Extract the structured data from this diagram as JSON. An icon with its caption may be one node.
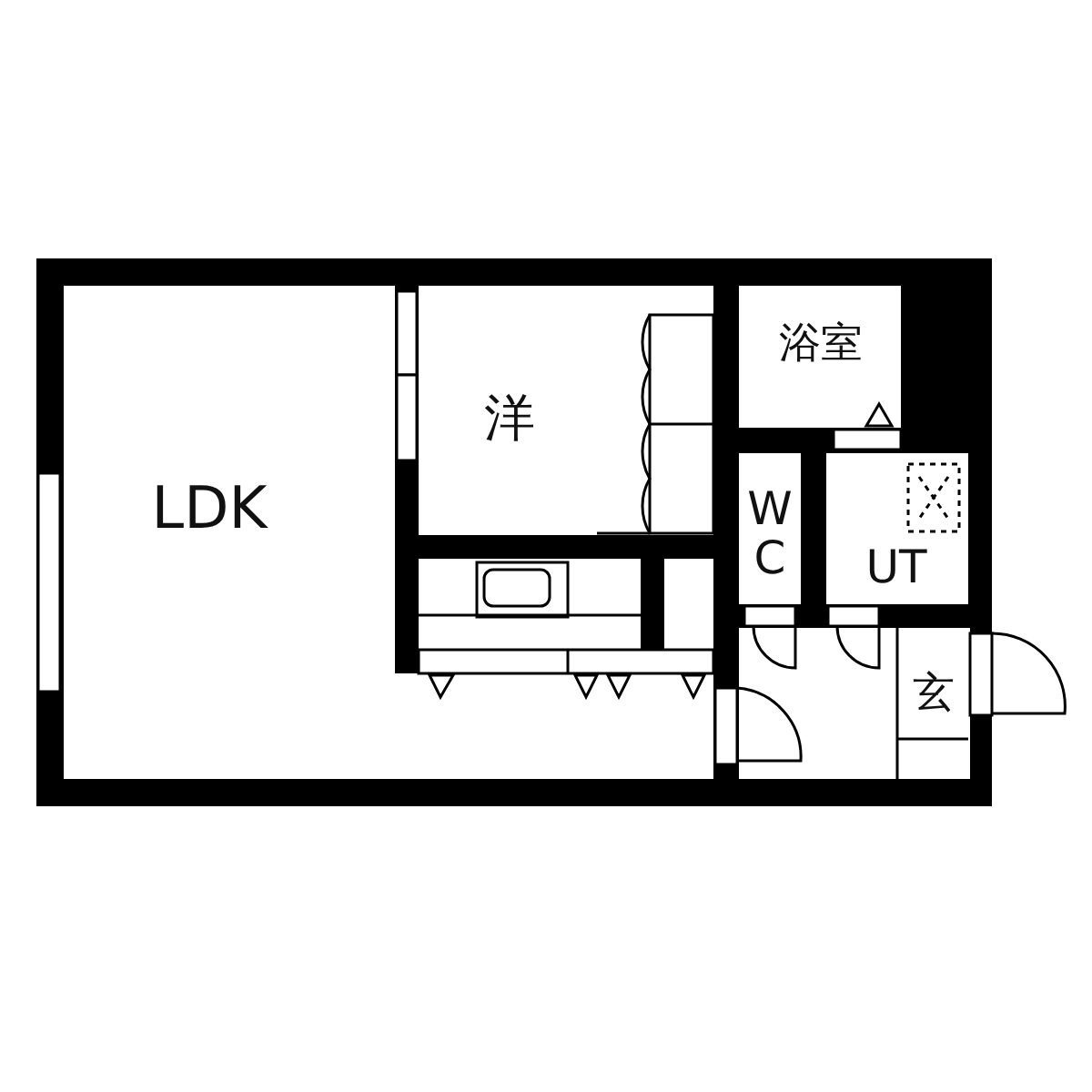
{
  "diagram": {
    "nodes": [
      {
        "text": [
          "LDK"
        ]
      },
      {
        "text": [
          "洋"
        ]
      },
      {
        "text": [
          "浴室"
        ]
      },
      {
        "text": [
          "W C"
        ]
      },
      {
        "text": [
          "UT"
        ]
      },
      {
        "text": [
          "玄"
        ]
      }
    ]
  }
}
